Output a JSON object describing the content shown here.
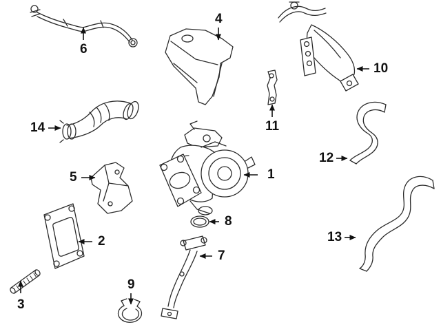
{
  "diagram": {
    "type": "exploded-parts-diagram",
    "background_color": "#ffffff",
    "line_color": "#2b2b2b",
    "callout_color": "#111111",
    "callouts": [
      {
        "label": "1"
      },
      {
        "label": "2"
      },
      {
        "label": "3"
      },
      {
        "label": "4"
      },
      {
        "label": "5"
      },
      {
        "label": "6"
      },
      {
        "label": "7"
      },
      {
        "label": "8"
      },
      {
        "label": "9"
      },
      {
        "label": "10"
      },
      {
        "label": "11"
      },
      {
        "label": "12"
      },
      {
        "label": "13"
      },
      {
        "label": "14"
      }
    ]
  }
}
